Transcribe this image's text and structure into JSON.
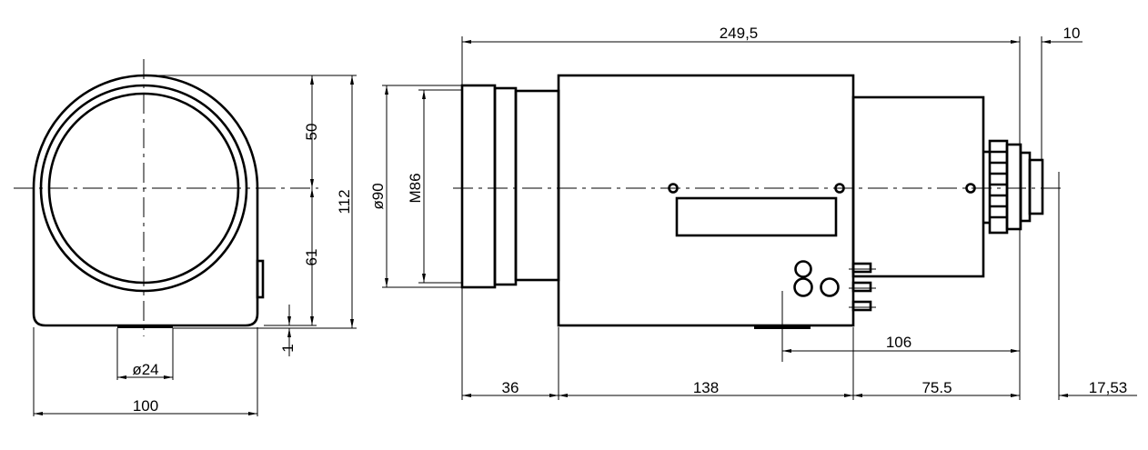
{
  "front_view": {
    "dims": {
      "upper_height": "50",
      "lower_height": "61",
      "total_height": "112",
      "offset": "1",
      "mount_diameter": "ø24",
      "width": "100"
    }
  },
  "side_view": {
    "dims": {
      "total_length": "249,5",
      "connector": "10",
      "lens_diameter": "ø90",
      "thread": "M86",
      "rear_offset": "106",
      "lens_length": "36",
      "body_length": "138",
      "rear_length": "75.5",
      "connector_length": "17,53"
    }
  },
  "colors": {
    "line": "#000000",
    "background": "#ffffff"
  }
}
